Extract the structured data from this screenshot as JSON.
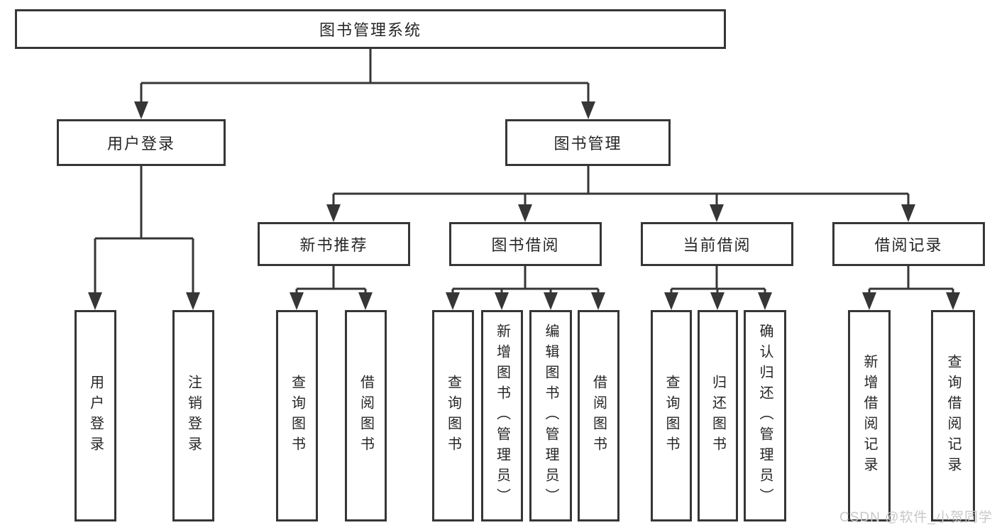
{
  "diagram": {
    "title": "图书管理系统",
    "branches": [
      {
        "label": "用户登录",
        "children": [
          "用户登录",
          "注销登录"
        ]
      },
      {
        "label": "图书管理",
        "groups": [
          {
            "label": "新书推荐",
            "children": [
              "查询图书",
              "借阅图书"
            ]
          },
          {
            "label": "图书借阅",
            "children": [
              "查询图书",
              "新增图书（管理员）",
              "编辑图书（管理员）",
              "借阅图书"
            ]
          },
          {
            "label": "当前借阅",
            "children": [
              "查询图书",
              "归还图书",
              "确认归还（管理员）"
            ]
          },
          {
            "label": "借阅记录",
            "children": [
              "新增借阅记录",
              "查询借阅记录"
            ]
          }
        ]
      }
    ]
  },
  "watermark": {
    "text": "CSDN @软件_小贺同学"
  },
  "colors": {
    "line": "#363636",
    "box_border": "#363636",
    "box_fill": "#ffffff",
    "text": "#262626",
    "watermark": "#c8c8c8"
  }
}
